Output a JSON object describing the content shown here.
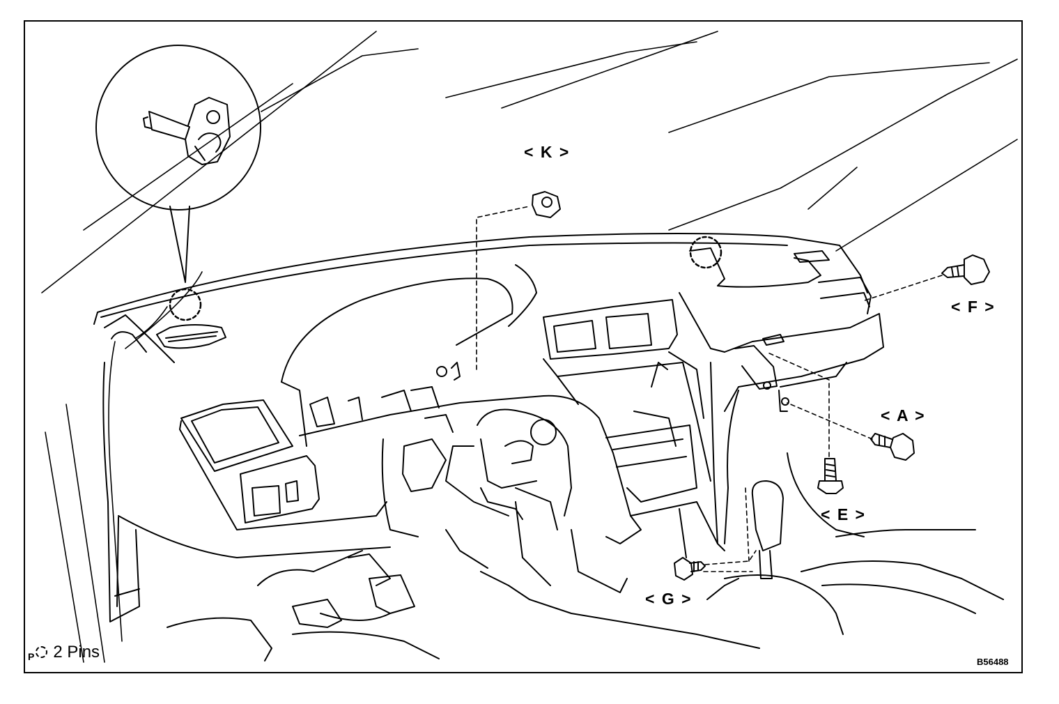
{
  "labels": {
    "K": "< K >",
    "F": "< F >",
    "A": "< A >",
    "E": "< E >",
    "G": "< G >"
  },
  "legend": {
    "prefix": "P",
    "text": "2 Pins"
  },
  "figure_code": "B56488"
}
